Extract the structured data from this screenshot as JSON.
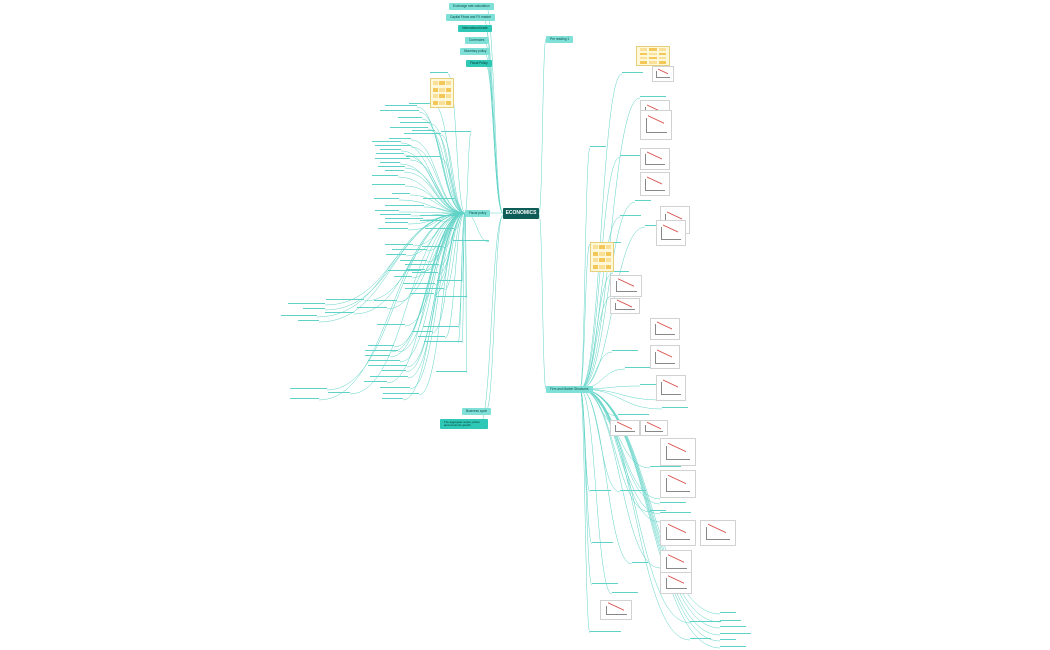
{
  "root": {
    "label": "ECONOMICS"
  },
  "top_branches": [
    {
      "id": "exchange-rate",
      "label": "Exchange rate calculation"
    },
    {
      "id": "capital-flows",
      "label": "Capital Flows and FX market"
    },
    {
      "id": "international-trade",
      "label": "International trade"
    },
    {
      "id": "currency",
      "label": "Currencies"
    },
    {
      "id": "monetary-policy",
      "label": "Monetary policy"
    },
    {
      "id": "fiscal-policy-a",
      "label": "Fiscal Policy"
    }
  ],
  "left_main": [
    {
      "id": "fiscal-policy",
      "label": "Fiscal policy"
    },
    {
      "id": "business-cycle",
      "label": "Business cycle"
    },
    {
      "id": "geo-econ",
      "label": "The aggregate output, prices and economic growth"
    }
  ],
  "right_main": [
    {
      "id": "firm-market",
      "label": "Firm and Market Structures"
    },
    {
      "id": "topic-1",
      "label": "Pre reading 1"
    }
  ],
  "colors": {
    "root": "#0d5c57",
    "branch_light": "#7fe0d8",
    "branch_mid": "#2fc7b6",
    "branch_dark": "#14a596",
    "line": "#5fd3c7"
  }
}
